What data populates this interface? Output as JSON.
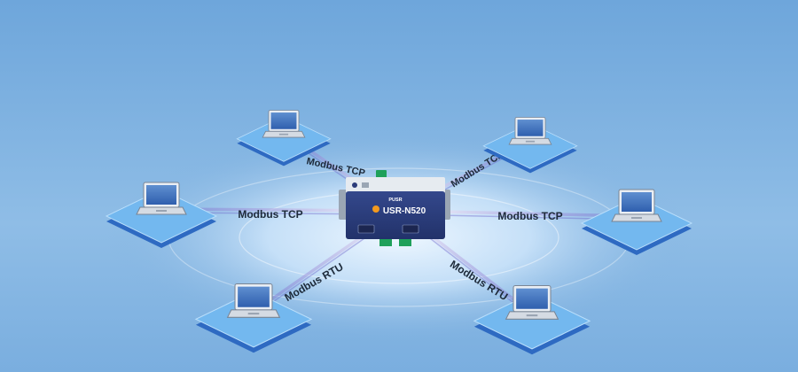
{
  "colors": {
    "background": "#7fb0de",
    "background_glow": "#dbeefe",
    "platform_top": "#6fb6ee",
    "platform_side": "#3d7fcf",
    "link_line": "#6a5cc7",
    "device_body": "#2b3c7a",
    "terminal_green": "#1fa05a",
    "label_text": "#1d2a3a"
  },
  "device": {
    "brand": "PUSR",
    "model": "USR-N520"
  },
  "connections": [
    {
      "id": "top-left",
      "label": "Modbus TCP",
      "protocol": "tcp"
    },
    {
      "id": "mid-left",
      "label": "Modbus TCP",
      "protocol": "tcp"
    },
    {
      "id": "bottom-left",
      "label": "Modbus RTU",
      "protocol": "rtu"
    },
    {
      "id": "top-right",
      "label": "Modbus TCP",
      "protocol": "tcp"
    },
    {
      "id": "mid-right",
      "label": "Modbus TCP",
      "protocol": "tcp"
    },
    {
      "id": "bottom-right",
      "label": "Modbus RTU",
      "protocol": "rtu"
    }
  ],
  "nodes": [
    {
      "id": "top-left",
      "icon": "laptop-icon"
    },
    {
      "id": "mid-left",
      "icon": "laptop-icon"
    },
    {
      "id": "bottom-left",
      "icon": "laptop-icon"
    },
    {
      "id": "top-right",
      "icon": "laptop-icon"
    },
    {
      "id": "mid-right",
      "icon": "laptop-icon"
    },
    {
      "id": "bottom-right",
      "icon": "laptop-icon"
    }
  ]
}
